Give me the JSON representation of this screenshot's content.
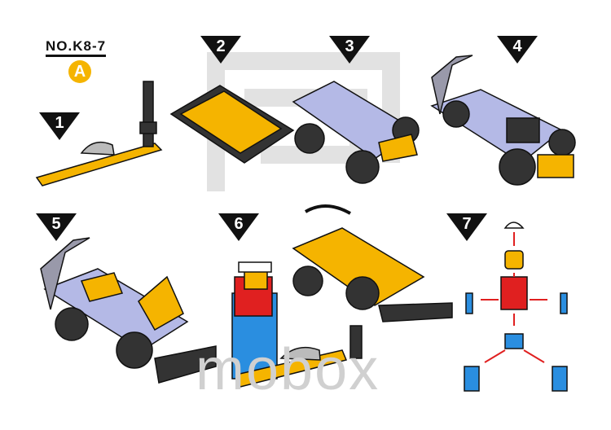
{
  "header": {
    "model_number": "NO.K8-7",
    "bag_label": "A"
  },
  "steps": [
    {
      "number": "1"
    },
    {
      "number": "2"
    },
    {
      "number": "3"
    },
    {
      "number": "4"
    },
    {
      "number": "5"
    },
    {
      "number": "6"
    },
    {
      "number": "7"
    }
  ],
  "watermark": "mobox",
  "colors": {
    "yellow": "#f5b400",
    "lavender": "#b4b9e6",
    "dark": "#333333",
    "blue": "#2a8ee0",
    "red": "#e02020"
  }
}
